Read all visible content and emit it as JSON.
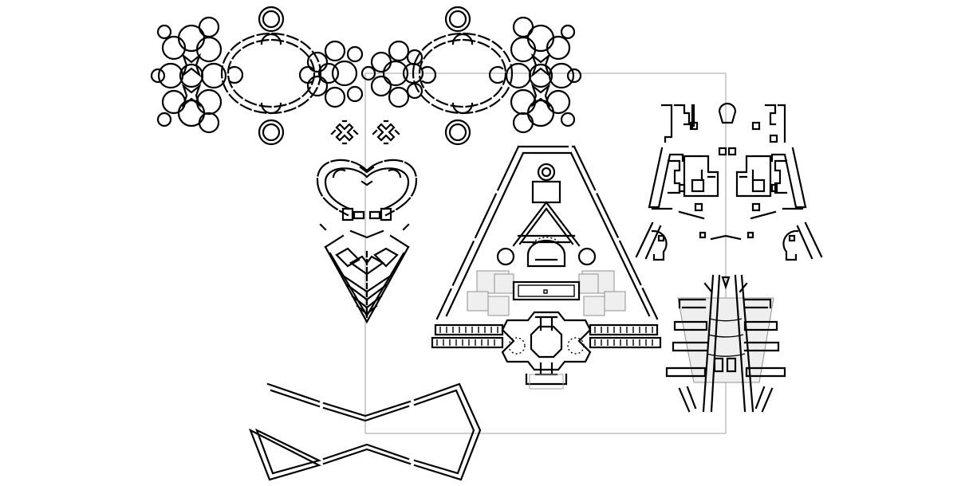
{
  "title": "",
  "background_color": "#ffffff",
  "line_color": "#000000",
  "guide_color": "#a0a0a0",
  "shapes": [
    {
      "id": "ornamental-chain",
      "icon": "ornament"
    },
    {
      "id": "cross-motif-pair",
      "icon": "cross"
    },
    {
      "id": "heart-plan",
      "icon": "heart"
    },
    {
      "id": "leaf-plan",
      "icon": "leaf"
    },
    {
      "id": "trapezoid-complex-plan",
      "icon": "building-plan"
    },
    {
      "id": "bracket-cluster-plan",
      "icon": "bracket-plan"
    },
    {
      "id": "winged-tower-plan",
      "icon": "tower-plan"
    },
    {
      "id": "bowtie-outline",
      "icon": "bowtie"
    }
  ]
}
